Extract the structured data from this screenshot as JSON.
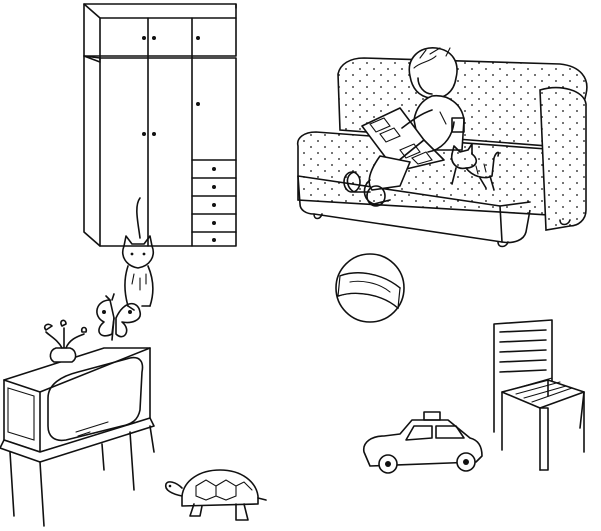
{
  "scene": {
    "description_label": "",
    "objects": [
      {
        "id": "wardrobe",
        "icon": "wardrobe-icon"
      },
      {
        "id": "sofa",
        "icon": "sofa-icon"
      },
      {
        "id": "boy-reading",
        "icon": "boy-icon"
      },
      {
        "id": "kitten-on-sofa",
        "icon": "kitten-icon"
      },
      {
        "id": "cat",
        "icon": "cat-icon"
      },
      {
        "id": "butterfly",
        "icon": "butterfly-icon"
      },
      {
        "id": "ball",
        "icon": "ball-icon"
      },
      {
        "id": "tv",
        "icon": "tv-icon"
      },
      {
        "id": "vase",
        "icon": "vase-icon"
      },
      {
        "id": "chair",
        "icon": "chair-icon"
      },
      {
        "id": "toy-car",
        "icon": "car-icon"
      },
      {
        "id": "turtle",
        "icon": "turtle-icon"
      }
    ]
  }
}
